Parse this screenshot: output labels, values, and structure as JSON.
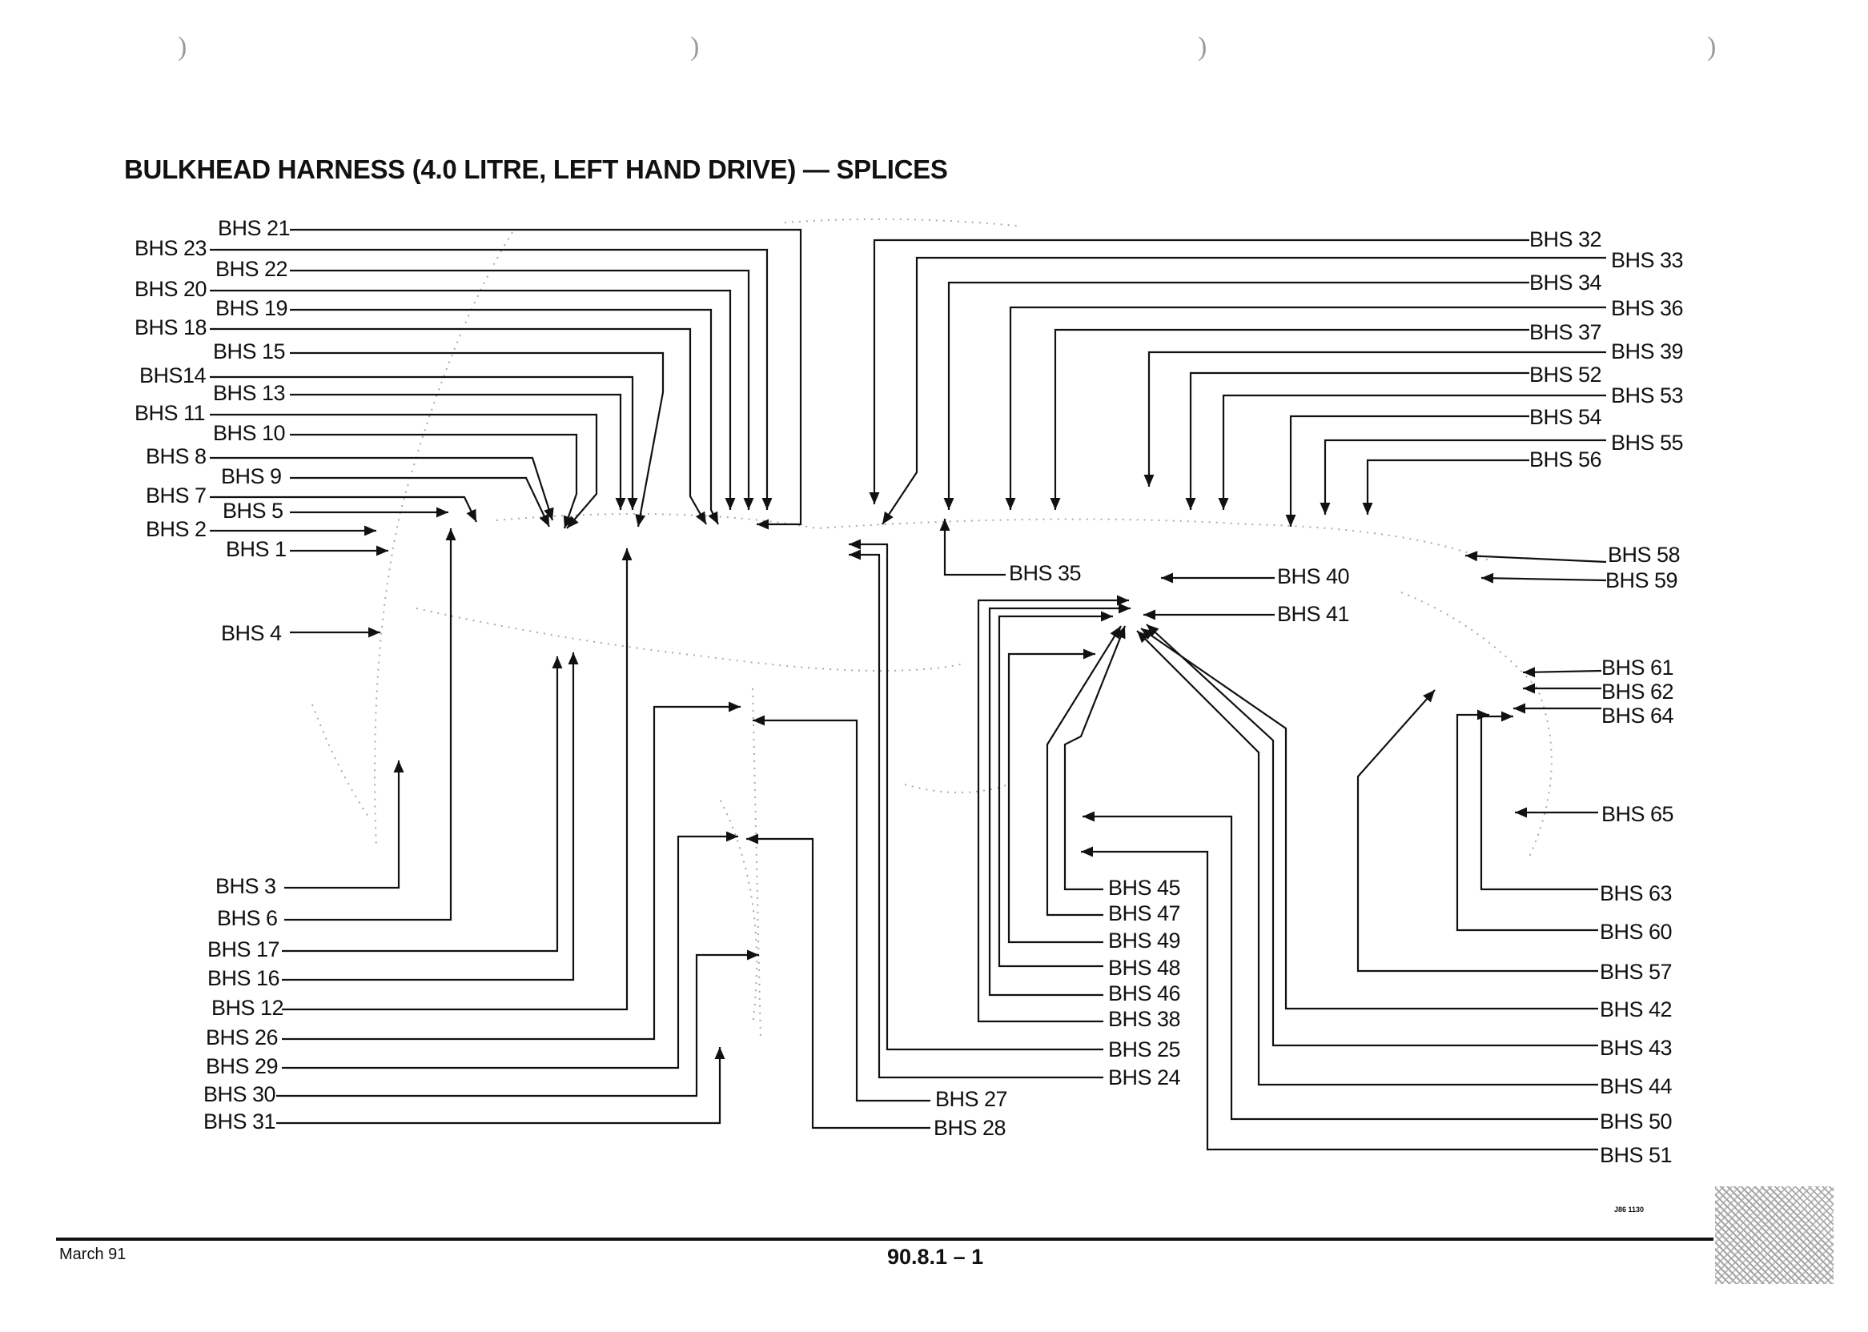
{
  "title": "BULKHEAD HARNESS (4.0 LITRE, LEFT HAND DRIVE) — SPLICES",
  "footer": {
    "date": "March 91",
    "page": "90.8.1 – 1",
    "ref_code": "J86 1130"
  },
  "splices": [
    "BHS 21",
    "BHS 23",
    "BHS 22",
    "BHS 20",
    "BHS 19",
    "BHS 18",
    "BHS 15",
    "BHS14",
    "BHS 13",
    "BHS 11",
    "BHS 10",
    "BHS 8",
    "BHS 9",
    "BHS 7",
    "BHS 5",
    "BHS 2",
    "BHS 1",
    "BHS 4",
    "BHS 3",
    "BHS 6",
    "BHS 17",
    "BHS 16",
    "BHS 12",
    "BHS 26",
    "BHS 29",
    "BHS 30",
    "BHS 31",
    "BHS 27",
    "BHS 28",
    "BHS 32",
    "BHS 33",
    "BHS 34",
    "BHS 36",
    "BHS 37",
    "BHS 39",
    "BHS 52",
    "BHS 53",
    "BHS 54",
    "BHS 55",
    "BHS 56",
    "BHS 35",
    "BHS 40",
    "BHS 41",
    "BHS 58",
    "BHS 59",
    "BHS 61",
    "BHS 62",
    "BHS 64",
    "BHS 65",
    "BHS 45",
    "BHS 47",
    "BHS 49",
    "BHS 48",
    "BHS 46",
    "BHS 38",
    "BHS 25",
    "BHS 24",
    "BHS 63",
    "BHS 60",
    "BHS 57",
    "BHS 42",
    "BHS 43",
    "BHS 44",
    "BHS 50",
    "BHS 51"
  ]
}
